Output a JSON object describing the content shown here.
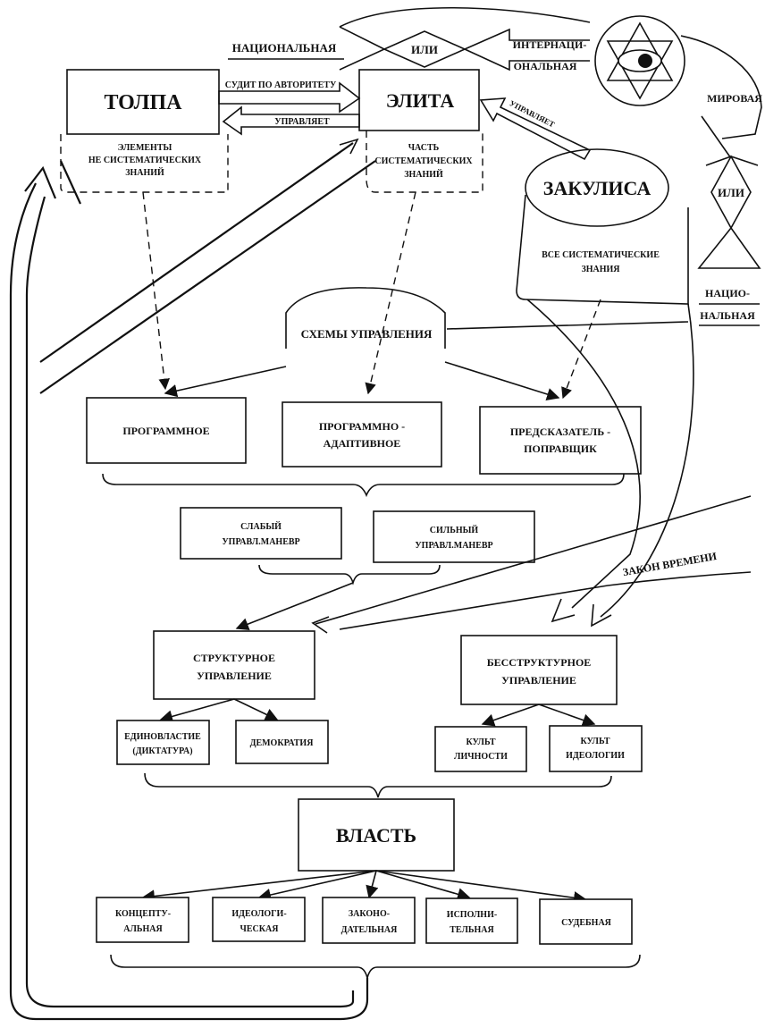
{
  "nodes": {
    "tolpa": "ТОЛПА",
    "tolpa_desc": [
      "ЭЛЕМЕНТЫ",
      "НЕ СИСТЕМАТИЧЕСКИХ",
      "ЗНАНИЙ"
    ],
    "elita": "ЭЛИТА",
    "elita_desc": [
      "ЧАСТЬ",
      "СИСТЕМАТИЧЕСКИХ",
      "ЗНАНИЙ"
    ],
    "zakulisa": "ЗАКУЛИСА",
    "zakulisa_desc": [
      "ВСЕ СИСТЕМАТИЧЕСКИЕ",
      "ЗНАНИЯ"
    ],
    "schemes": "СХЕМЫ УПРАВЛЕНИЯ",
    "programmnoe": "ПРОГРАММНОЕ",
    "prog_adapt": [
      "ПРОГРАММНО -",
      "АДАПТИВНОЕ"
    ],
    "predskazatel": [
      "ПРЕДСКАЗАТЕЛЬ -",
      "ПОПРАВЩИК"
    ],
    "slaby": [
      "СЛАБЫЙ",
      "УПРАВЛ.МАНЕВР"
    ],
    "silny": [
      "СИЛЬНЫЙ",
      "УПРАВЛ.МАНЕВР"
    ],
    "strukturnoe": [
      "СТРУКТУРНОЕ",
      "УПРАВЛЕНИЕ"
    ],
    "besstrukturnoe": [
      "БЕССТРУКТУРНОЕ",
      "УПРАВЛЕНИЕ"
    ],
    "edinovlastie": [
      "ЕДИНОВЛАСТИЕ",
      "(ДИКТАТУРА)"
    ],
    "demokratia": "ДЕМОКРАТИЯ",
    "kult_lichnosti": [
      "КУЛЬТ",
      "ЛИЧНОСТИ"
    ],
    "kult_ideologii": [
      "КУЛЬТ",
      "ИДЕОЛОГИИ"
    ],
    "vlast": "ВЛАСТЬ",
    "v_konceptualnaya": [
      "КОНЦЕПТУ-",
      "АЛЬНАЯ"
    ],
    "v_ideologicheskaya": [
      "ИДЕОЛОГИ-",
      "ЧЕСКАЯ"
    ],
    "v_zakonodatelnaya": [
      "ЗАКОНО-",
      "ДАТЕЛЬНАЯ"
    ],
    "v_ispolnitelnaya": [
      "ИСПОЛНИ-",
      "ТЕЛЬНАЯ"
    ],
    "v_sudebnaya": "СУДЕБНАЯ"
  },
  "labels": {
    "natsionalnaya_top": "НАЦИОНАЛЬНАЯ",
    "ili_top": "ИЛИ",
    "internats": [
      "ИНТЕРНАЦИ-",
      "ОНАЛЬНАЯ"
    ],
    "mirovaya": "МИРОВАЯ",
    "ili_right": "ИЛИ",
    "natsionalnaya_right": [
      "НАЦИО-",
      "НАЛЬНАЯ"
    ],
    "sudit": "СУДИТ ПО АВТОРИТЕТУ",
    "upravlyaet_left": "УПРАВЛЯЕТ",
    "upravlyaet_diag": "УПРАВЛЯЕТ",
    "zakon_vremeni": "ЗАКОН ВРЕМЕНИ"
  }
}
